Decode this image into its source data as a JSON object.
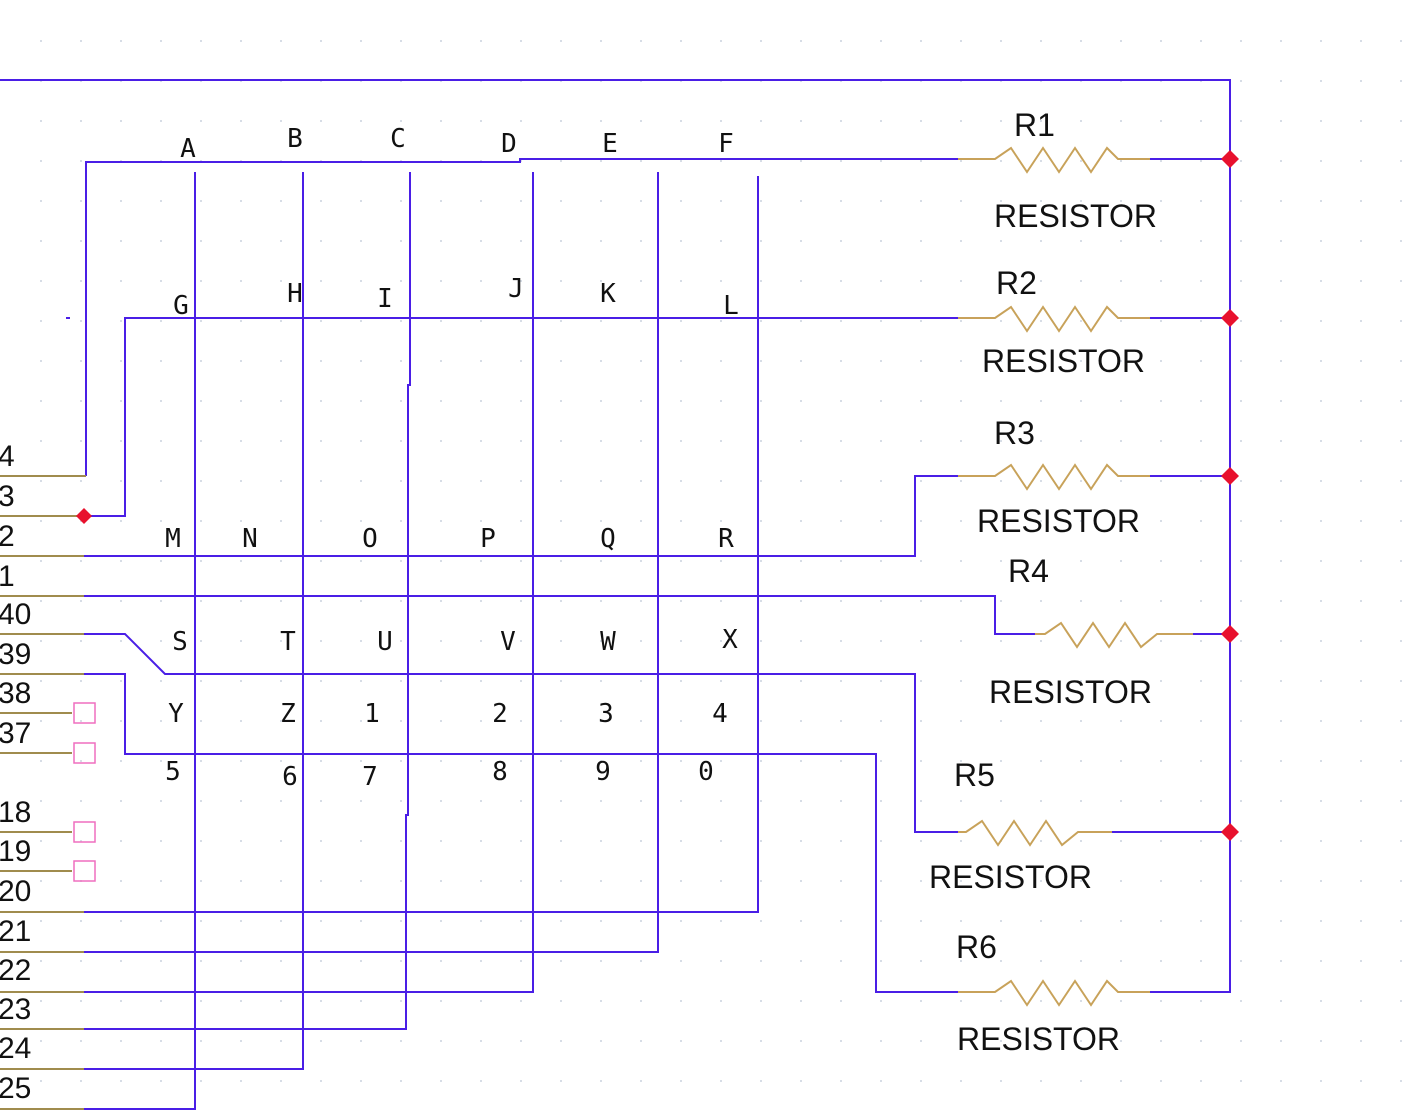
{
  "keypad": {
    "rows": [
      [
        "A",
        "B",
        "C",
        "D",
        "E",
        "F"
      ],
      [
        "G",
        "H",
        "I",
        "J",
        "K",
        "L"
      ],
      [
        "M",
        "N",
        "O",
        "P",
        "Q",
        "R"
      ],
      [
        "S",
        "T",
        "U",
        "V",
        "W",
        "X"
      ],
      [
        "Y",
        "Z",
        "1",
        "2",
        "3",
        "4"
      ],
      [
        "5",
        "6",
        "7",
        "8",
        "9",
        "0"
      ]
    ]
  },
  "connector": {
    "pins": [
      "4",
      "3",
      "2",
      "1",
      "40",
      "39",
      "38",
      "37",
      "18",
      "19",
      "20",
      "21",
      "22",
      "23",
      "24",
      "25"
    ]
  },
  "resistors": [
    {
      "ref": "R1",
      "value": "RESISTOR"
    },
    {
      "ref": "R2",
      "value": "RESISTOR"
    },
    {
      "ref": "R3",
      "value": "RESISTOR"
    },
    {
      "ref": "R4",
      "value": "RESISTOR"
    },
    {
      "ref": "R5",
      "value": "RESISTOR"
    },
    {
      "ref": "R6",
      "value": "RESISTOR"
    }
  ],
  "colors": {
    "wire": "#4a1ee6",
    "pin_lead": "#a08c4e",
    "resistor": "#c8a25a",
    "junction": "#e8112d",
    "unconnected_pad": "#ef6fbf"
  }
}
